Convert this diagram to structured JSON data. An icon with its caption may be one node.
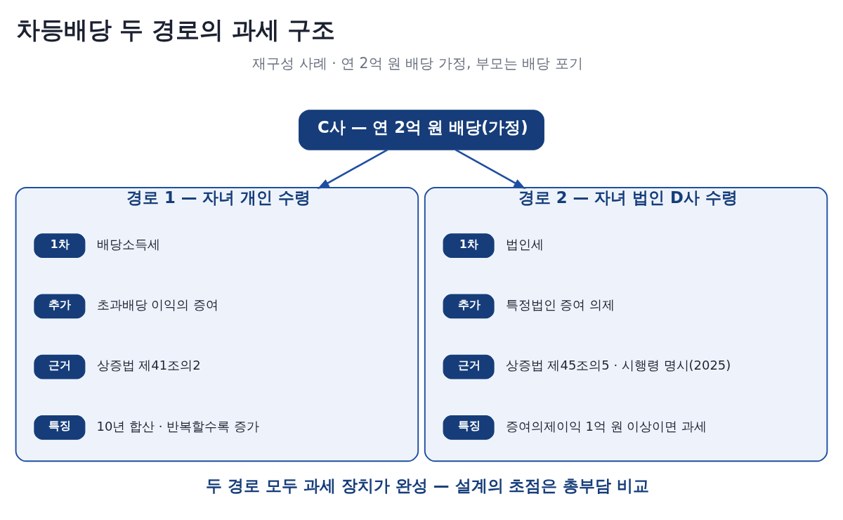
{
  "diagram": {
    "title": "차등배당 두 경로의 과세 구조",
    "caption": "두 경로 모두 과세 장치가 완성 — 설계의 초점은 총부담 비교",
    "nodes": [
      {
        "text": [
          "C사 — 연 2억 원 배당(가정)"
        ]
      },
      {
        "text": [
          "경로 1 — 자녀 개인 수령"
        ]
      },
      {
        "text": [
          "1차"
        ],
        "in": 1,
        "beside": [
          "배당소득세"
        ]
      },
      {
        "text": [
          "추가"
        ],
        "in": 1,
        "beside": [
          "초과배당 이익의 증여"
        ]
      },
      {
        "text": [
          "근거"
        ],
        "in": 1,
        "beside": [
          "상증법 제41조의2"
        ]
      },
      {
        "text": [
          "특징"
        ],
        "in": 1,
        "beside": [
          "10년 합산 · 반복할수록 증가"
        ]
      },
      {
        "text": [
          "경로 2 — 자녀 법인 D사 수령"
        ]
      },
      {
        "text": [
          "1차"
        ],
        "in": 6,
        "beside": [
          "법인세"
        ]
      },
      {
        "text": [
          "추가"
        ],
        "in": 6,
        "beside": [
          "특정법인 증여 의제"
        ]
      },
      {
        "text": [
          "근거"
        ],
        "in": 6,
        "beside": [
          "상증법 제45조의5 · 시행령 명시(2025)"
        ]
      },
      {
        "text": [
          "특징"
        ],
        "in": 6,
        "beside": [
          "증여의제이익 1억 원 이상이면 과세"
        ]
      }
    ],
    "edges": [
      {
        "from": 0,
        "to": 1,
        "arrow": "to"
      },
      {
        "from": 0,
        "to": 6,
        "arrow": "to"
      }
    ],
    "labels": [
      "재구성 사례 · 연 2억 원 배당 가정, 부모는 배당 포기"
    ]
  }
}
